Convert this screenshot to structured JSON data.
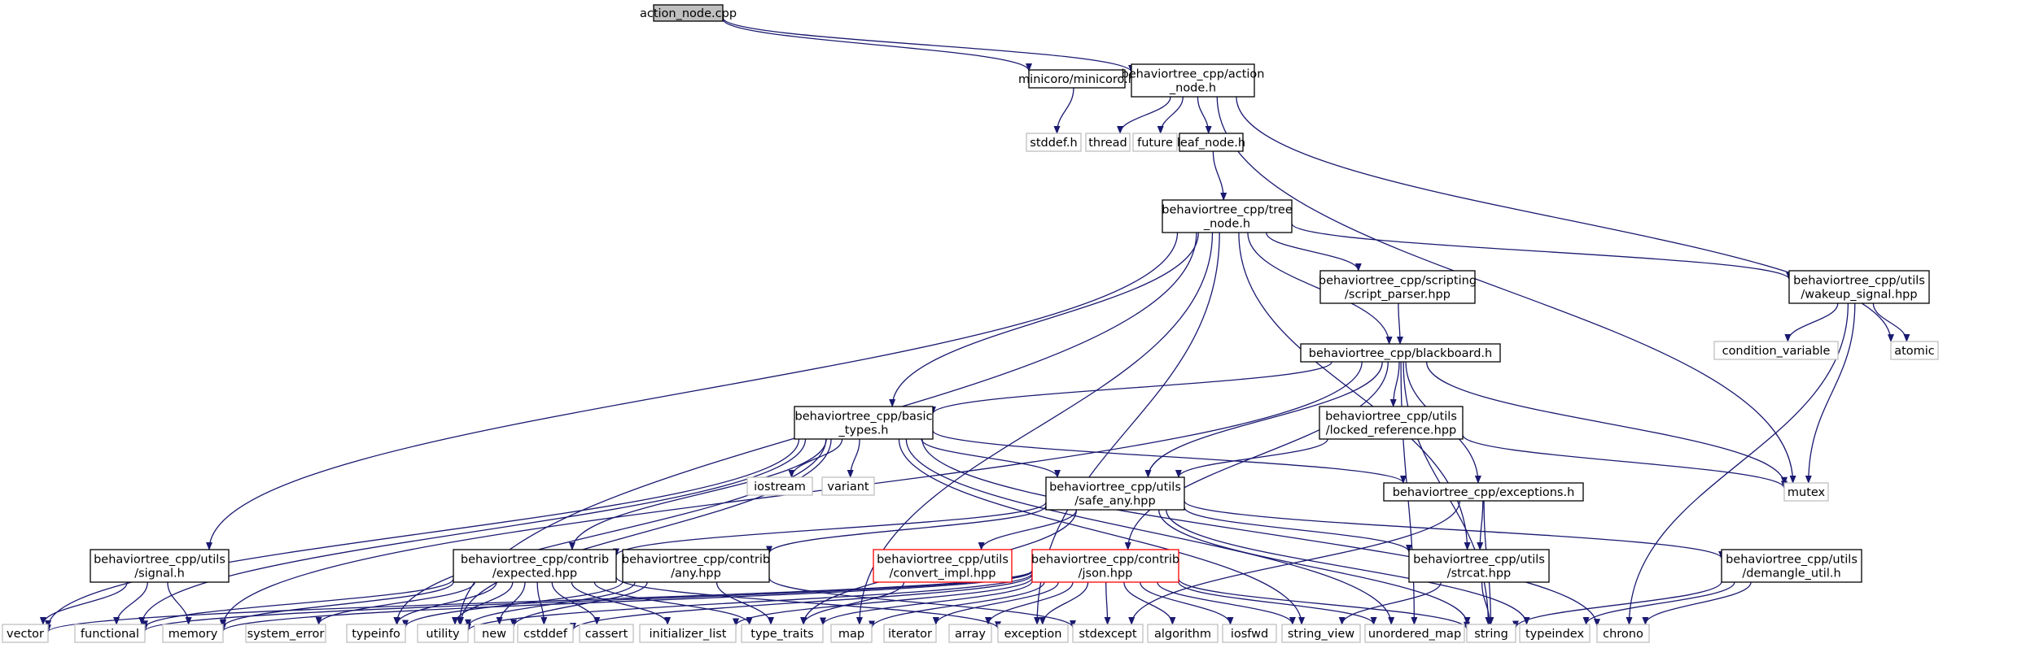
{
  "graph": {
    "title": "action_node.cpp",
    "colors": {
      "edge": "#191970",
      "root_fill": "#bfbfbf",
      "local_border": "#000000",
      "system_border": "#bfbfbf",
      "incomplete_border": "#ff0000",
      "text": "#000000"
    },
    "nodes": [
      {
        "id": "root",
        "kind": "root",
        "lines": [
          "action_node.cpp"
        ]
      },
      {
        "id": "minicoro",
        "kind": "local",
        "lines": [
          "minicoro/minicoro.h"
        ]
      },
      {
        "id": "action_node_h",
        "kind": "local",
        "lines": [
          "behaviortree_cpp/action",
          "_node.h"
        ]
      },
      {
        "id": "stddef_h",
        "kind": "system",
        "lines": [
          "stddef.h"
        ]
      },
      {
        "id": "thread",
        "kind": "system",
        "lines": [
          "thread"
        ]
      },
      {
        "id": "future",
        "kind": "system",
        "lines": [
          "future"
        ]
      },
      {
        "id": "leaf_node",
        "kind": "local",
        "lines": [
          "leaf_node.h"
        ]
      },
      {
        "id": "tree_node",
        "kind": "local",
        "lines": [
          "behaviortree_cpp/tree",
          "_node.h"
        ]
      },
      {
        "id": "script_parser",
        "kind": "local",
        "lines": [
          "behaviortree_cpp/scripting",
          "/script_parser.hpp"
        ]
      },
      {
        "id": "wakeup_signal",
        "kind": "local",
        "lines": [
          "behaviortree_cpp/utils",
          "/wakeup_signal.hpp"
        ]
      },
      {
        "id": "condition_variable",
        "kind": "system",
        "lines": [
          "condition_variable"
        ]
      },
      {
        "id": "atomic",
        "kind": "system",
        "lines": [
          "atomic"
        ]
      },
      {
        "id": "blackboard",
        "kind": "local",
        "lines": [
          "behaviortree_cpp/blackboard.h"
        ]
      },
      {
        "id": "basic_types",
        "kind": "local",
        "lines": [
          "behaviortree_cpp/basic",
          "_types.h"
        ]
      },
      {
        "id": "locked_reference",
        "kind": "local",
        "lines": [
          "behaviortree_cpp/utils",
          "/locked_reference.hpp"
        ]
      },
      {
        "id": "iostream",
        "kind": "system",
        "lines": [
          "iostream"
        ]
      },
      {
        "id": "variant",
        "kind": "system",
        "lines": [
          "variant"
        ]
      },
      {
        "id": "safe_any",
        "kind": "local",
        "lines": [
          "behaviortree_cpp/utils",
          "/safe_any.hpp"
        ]
      },
      {
        "id": "exceptions",
        "kind": "local",
        "lines": [
          "behaviortree_cpp/exceptions.h"
        ]
      },
      {
        "id": "mutex",
        "kind": "system",
        "lines": [
          "mutex"
        ]
      },
      {
        "id": "signal_h",
        "kind": "local",
        "lines": [
          "behaviortree_cpp/utils",
          "/signal.h"
        ]
      },
      {
        "id": "expected",
        "kind": "local",
        "lines": [
          "behaviortree_cpp/contrib",
          "/expected.hpp"
        ]
      },
      {
        "id": "any_hpp",
        "kind": "local",
        "lines": [
          "behaviortree_cpp/contrib",
          "/any.hpp"
        ]
      },
      {
        "id": "convert_impl",
        "kind": "incomplete",
        "lines": [
          "behaviortree_cpp/utils",
          "/convert_impl.hpp"
        ]
      },
      {
        "id": "json_hpp",
        "kind": "incomplete",
        "lines": [
          "behaviortree_cpp/contrib",
          "/json.hpp"
        ]
      },
      {
        "id": "strcat",
        "kind": "local",
        "lines": [
          "behaviortree_cpp/utils",
          "/strcat.hpp"
        ]
      },
      {
        "id": "demangle",
        "kind": "local",
        "lines": [
          "behaviortree_cpp/utils",
          "/demangle_util.h"
        ]
      },
      {
        "id": "vector",
        "kind": "system",
        "lines": [
          "vector"
        ]
      },
      {
        "id": "functional",
        "kind": "system",
        "lines": [
          "functional"
        ]
      },
      {
        "id": "memory",
        "kind": "system",
        "lines": [
          "memory"
        ]
      },
      {
        "id": "system_error",
        "kind": "system",
        "lines": [
          "system_error"
        ]
      },
      {
        "id": "typeinfo",
        "kind": "system",
        "lines": [
          "typeinfo"
        ]
      },
      {
        "id": "utility",
        "kind": "system",
        "lines": [
          "utility"
        ]
      },
      {
        "id": "new",
        "kind": "system",
        "lines": [
          "new"
        ]
      },
      {
        "id": "cstddef",
        "kind": "system",
        "lines": [
          "cstddef"
        ]
      },
      {
        "id": "cassert",
        "kind": "system",
        "lines": [
          "cassert"
        ]
      },
      {
        "id": "initializer_list",
        "kind": "system",
        "lines": [
          "initializer_list"
        ]
      },
      {
        "id": "type_traits",
        "kind": "system",
        "lines": [
          "type_traits"
        ]
      },
      {
        "id": "map",
        "kind": "system",
        "lines": [
          "map"
        ]
      },
      {
        "id": "iterator",
        "kind": "system",
        "lines": [
          "iterator"
        ]
      },
      {
        "id": "array",
        "kind": "system",
        "lines": [
          "array"
        ]
      },
      {
        "id": "exception",
        "kind": "system",
        "lines": [
          "exception"
        ]
      },
      {
        "id": "stdexcept",
        "kind": "system",
        "lines": [
          "stdexcept"
        ]
      },
      {
        "id": "algorithm",
        "kind": "system",
        "lines": [
          "algorithm"
        ]
      },
      {
        "id": "iosfwd",
        "kind": "system",
        "lines": [
          "iosfwd"
        ]
      },
      {
        "id": "string_view",
        "kind": "system",
        "lines": [
          "string_view"
        ]
      },
      {
        "id": "unordered_map",
        "kind": "system",
        "lines": [
          "unordered_map"
        ]
      },
      {
        "id": "string",
        "kind": "system",
        "lines": [
          "string"
        ]
      },
      {
        "id": "typeindex",
        "kind": "system",
        "lines": [
          "typeindex"
        ]
      },
      {
        "id": "chrono",
        "kind": "system",
        "lines": [
          "chrono"
        ]
      }
    ],
    "edges": [
      [
        "root",
        "minicoro"
      ],
      [
        "root",
        "action_node_h"
      ],
      [
        "minicoro",
        "stddef_h"
      ],
      [
        "action_node_h",
        "thread"
      ],
      [
        "action_node_h",
        "future"
      ],
      [
        "action_node_h",
        "leaf_node"
      ],
      [
        "action_node_h",
        "atomic"
      ],
      [
        "action_node_h",
        "mutex"
      ],
      [
        "leaf_node",
        "tree_node"
      ],
      [
        "tree_node",
        "script_parser"
      ],
      [
        "tree_node",
        "wakeup_signal"
      ],
      [
        "tree_node",
        "blackboard"
      ],
      [
        "tree_node",
        "basic_types"
      ],
      [
        "tree_node",
        "signal_h"
      ],
      [
        "tree_node",
        "utility"
      ],
      [
        "tree_node",
        "map"
      ],
      [
        "tree_node",
        "exception"
      ],
      [
        "tree_node",
        "strcat"
      ],
      [
        "script_parser",
        "blackboard"
      ],
      [
        "wakeup_signal",
        "condition_variable"
      ],
      [
        "wakeup_signal",
        "atomic"
      ],
      [
        "wakeup_signal",
        "mutex"
      ],
      [
        "wakeup_signal",
        "chrono"
      ],
      [
        "blackboard",
        "basic_types"
      ],
      [
        "blackboard",
        "locked_reference"
      ],
      [
        "blackboard",
        "safe_any"
      ],
      [
        "blackboard",
        "exceptions"
      ],
      [
        "blackboard",
        "mutex"
      ],
      [
        "blackboard",
        "string"
      ],
      [
        "blackboard",
        "unordered_map"
      ],
      [
        "blackboard",
        "json_hpp"
      ],
      [
        "blackboard",
        "memory"
      ],
      [
        "locked_reference",
        "safe_any"
      ],
      [
        "locked_reference",
        "mutex"
      ],
      [
        "basic_types",
        "iostream"
      ],
      [
        "basic_types",
        "variant"
      ],
      [
        "basic_types",
        "safe_any"
      ],
      [
        "basic_types",
        "exceptions"
      ],
      [
        "basic_types",
        "expected"
      ],
      [
        "basic_types",
        "vector"
      ],
      [
        "basic_types",
        "functional"
      ],
      [
        "basic_types",
        "typeinfo"
      ],
      [
        "basic_types",
        "utility"
      ],
      [
        "basic_types",
        "string_view"
      ],
      [
        "basic_types",
        "unordered_map"
      ],
      [
        "basic_types",
        "chrono"
      ],
      [
        "safe_any",
        "expected"
      ],
      [
        "safe_any",
        "any_hpp"
      ],
      [
        "safe_any",
        "convert_impl"
      ],
      [
        "safe_any",
        "strcat"
      ],
      [
        "safe_any",
        "demangle"
      ],
      [
        "safe_any",
        "string"
      ],
      [
        "safe_any",
        "typeindex"
      ],
      [
        "safe_any",
        "type_traits"
      ],
      [
        "exceptions",
        "strcat"
      ],
      [
        "exceptions",
        "stdexcept"
      ],
      [
        "exceptions",
        "string"
      ],
      [
        "signal_h",
        "vector"
      ],
      [
        "signal_h",
        "functional"
      ],
      [
        "signal_h",
        "memory"
      ],
      [
        "expected",
        "functional"
      ],
      [
        "expected",
        "memory"
      ],
      [
        "expected",
        "system_error"
      ],
      [
        "expected",
        "typeinfo"
      ],
      [
        "expected",
        "utility"
      ],
      [
        "expected",
        "new"
      ],
      [
        "expected",
        "cstddef"
      ],
      [
        "expected",
        "cassert"
      ],
      [
        "expected",
        "initializer_list"
      ],
      [
        "expected",
        "type_traits"
      ],
      [
        "expected",
        "exception"
      ],
      [
        "any_hpp",
        "typeinfo"
      ],
      [
        "any_hpp",
        "utility"
      ],
      [
        "any_hpp",
        "new"
      ],
      [
        "any_hpp",
        "type_traits"
      ],
      [
        "any_hpp",
        "stdexcept"
      ],
      [
        "convert_impl",
        "type_traits"
      ],
      [
        "json_hpp",
        "vector"
      ],
      [
        "json_hpp",
        "functional"
      ],
      [
        "json_hpp",
        "memory"
      ],
      [
        "json_hpp",
        "utility"
      ],
      [
        "json_hpp",
        "cstddef"
      ],
      [
        "json_hpp",
        "initializer_list"
      ],
      [
        "json_hpp",
        "type_traits"
      ],
      [
        "json_hpp",
        "map"
      ],
      [
        "json_hpp",
        "iterator"
      ],
      [
        "json_hpp",
        "array"
      ],
      [
        "json_hpp",
        "exception"
      ],
      [
        "json_hpp",
        "stdexcept"
      ],
      [
        "json_hpp",
        "algorithm"
      ],
      [
        "json_hpp",
        "iosfwd"
      ],
      [
        "json_hpp",
        "string_view"
      ],
      [
        "json_hpp",
        "unordered_map"
      ],
      [
        "json_hpp",
        "string"
      ],
      [
        "strcat",
        "string_view"
      ],
      [
        "strcat",
        "string"
      ],
      [
        "demangle",
        "string"
      ],
      [
        "demangle",
        "typeindex"
      ],
      [
        "demangle",
        "chrono"
      ]
    ]
  }
}
